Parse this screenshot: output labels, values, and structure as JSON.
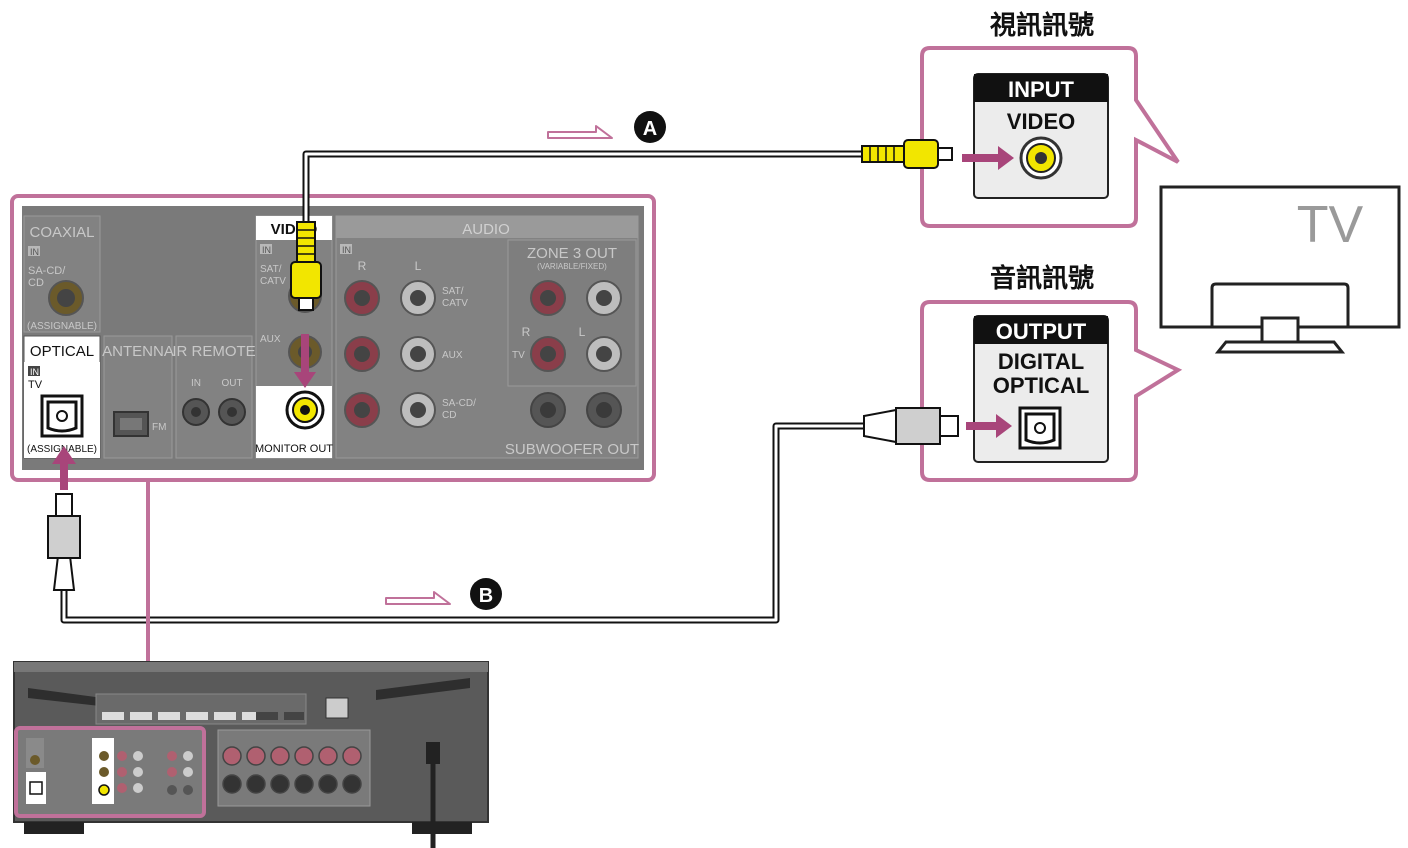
{
  "headings": {
    "video_signal": "視訊訊號",
    "audio_signal": "音訊訊號"
  },
  "tv": {
    "label": "TV"
  },
  "tv_video_input": {
    "header": "INPUT",
    "label": "VIDEO"
  },
  "tv_optical_output": {
    "header": "OUTPUT",
    "label_line1": "DIGITAL",
    "label_line2": "OPTICAL"
  },
  "cables": {
    "a": "A",
    "b": "B"
  },
  "receiver_panel": {
    "coaxial": {
      "title": "COAXIAL",
      "in": "IN",
      "input": "SA-CD/",
      "input2": "CD",
      "assignable": "(ASSIGNABLE)"
    },
    "optical": {
      "title": "OPTICAL",
      "in": "IN",
      "input": "TV",
      "assignable": "(ASSIGNABLE)"
    },
    "antenna": {
      "title": "ANTENNA",
      "fm": "FM"
    },
    "ir_remote": {
      "title": "IR REMOTE",
      "in": "IN",
      "out": "OUT"
    },
    "video": {
      "title": "VIDEO",
      "in": "IN",
      "sat": "SAT/",
      "catv": "CATV",
      "aux": "AUX",
      "monitor_out": "MONITOR OUT"
    },
    "audio": {
      "title": "AUDIO",
      "in": "IN",
      "r": "R",
      "l": "L",
      "sat": "SAT/",
      "catv": "CATV",
      "aux": "AUX",
      "sacd": "SA-CD/",
      "cd": "CD"
    },
    "zone3": {
      "title": "ZONE 3 OUT",
      "sub": "(VARIABLE/FIXED)",
      "r": "R",
      "l": "L",
      "tv": "TV"
    },
    "subwoofer": {
      "title": "SUBWOOFER OUT"
    }
  },
  "colors": {
    "accent": "#c0719a",
    "panel": "#7a7a7a",
    "yellow": "#f2e600",
    "arrow": "#a8457a"
  }
}
